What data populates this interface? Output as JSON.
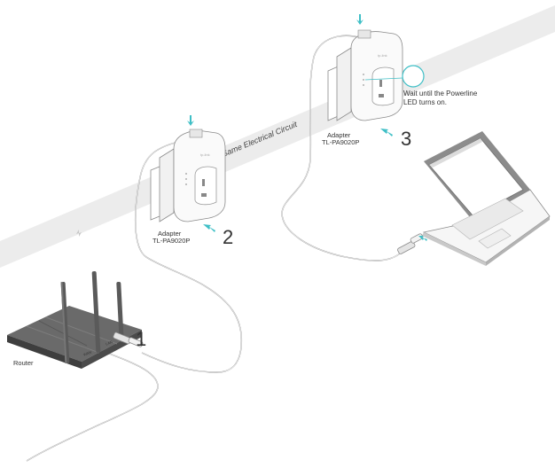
{
  "circuit_band_label": "Same Electrical Circuit",
  "router": {
    "label": "Router",
    "port_wan": "WAN",
    "port_lan": "LAN"
  },
  "adapter_a": {
    "label_line1": "Adapter",
    "label_line2": "TL-PA9020P",
    "step": "2",
    "brand": "tp-link"
  },
  "adapter_b": {
    "label_line1": "Adapter",
    "label_line2": "TL-PA9020P",
    "step": "3",
    "brand": "tp-link"
  },
  "router_step": "1",
  "led_note": {
    "line1": "Wait until the Powerline",
    "line2": "LED turns on."
  },
  "colors": {
    "accent": "#3fbfc6",
    "band": "#ececec",
    "cable": "#9a9a9a",
    "device_dark": "#5a5a5a"
  },
  "icons": [
    "router-icon",
    "powerline-adapter-icon",
    "laptop-icon",
    "ethernet-plug-icon",
    "arrow-down-icon",
    "arrow-left-icon"
  ]
}
